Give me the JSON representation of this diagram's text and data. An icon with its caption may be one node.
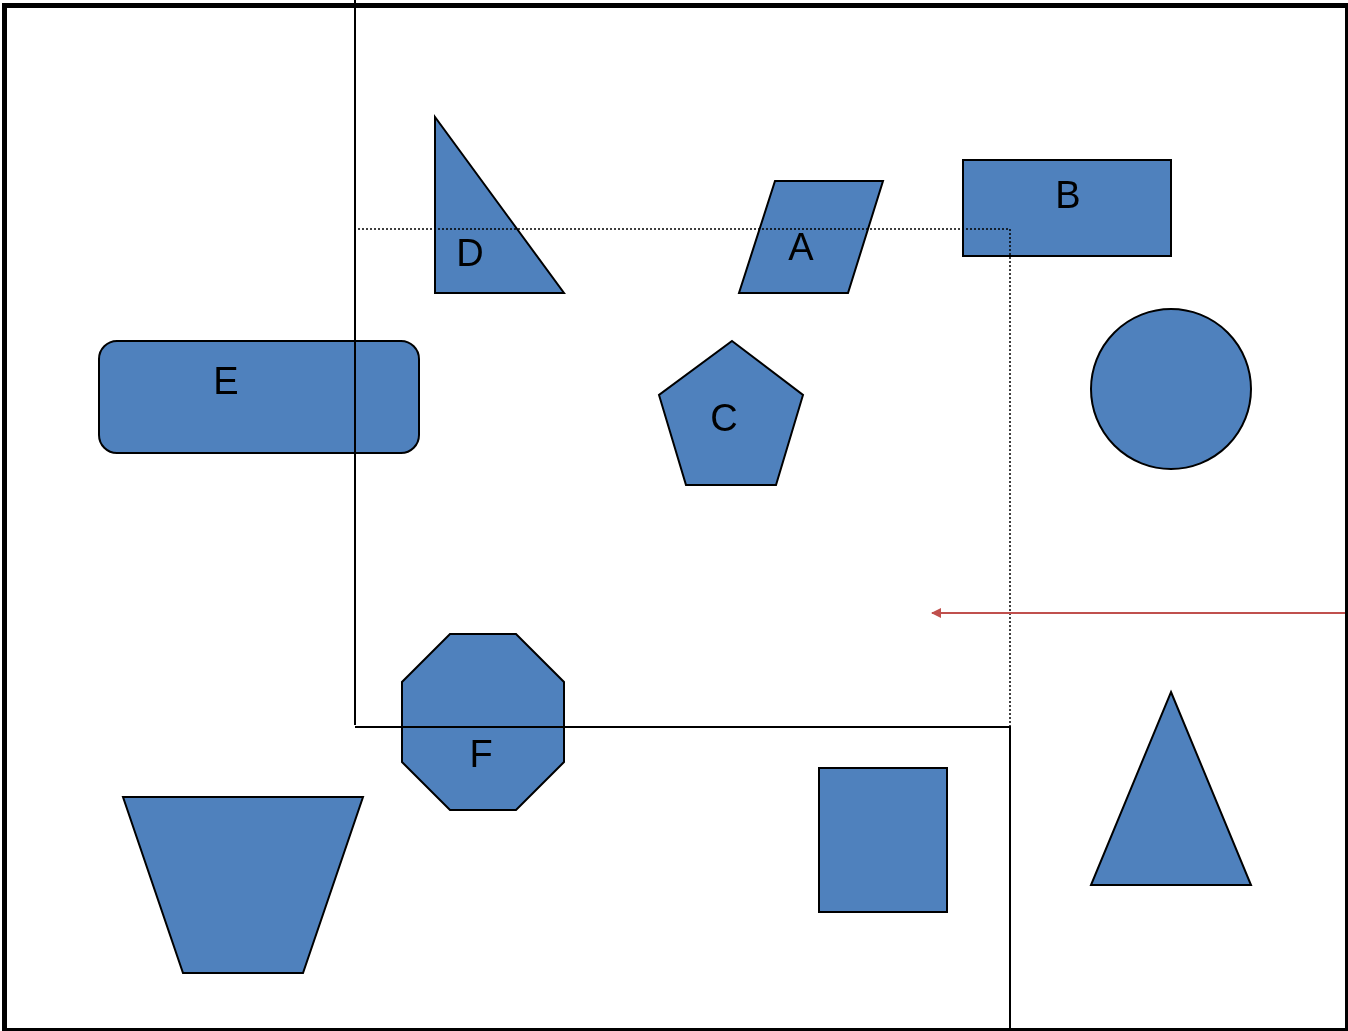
{
  "diagram": {
    "nodes": [
      {
        "text": [
          "D"
        ]
      },
      {
        "text": [
          "A"
        ]
      },
      {
        "text": [
          "B"
        ]
      },
      {
        "text": [
          "E"
        ]
      },
      {
        "text": [
          "C"
        ]
      },
      {
        "text": [],
        "shape": "circle"
      },
      {
        "text": [
          "F"
        ]
      },
      {
        "text": [],
        "shape": "trapezoid"
      },
      {
        "text": [],
        "shape": "box"
      },
      {
        "text": [],
        "shape": "triangle"
      }
    ]
  }
}
